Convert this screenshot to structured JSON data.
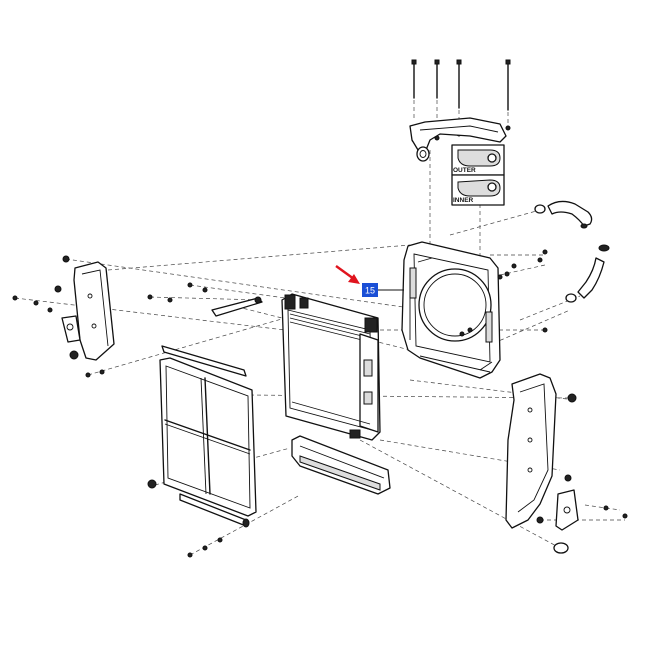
{
  "callout": {
    "number": "15",
    "color": "#1a4fd6",
    "arrow_color": "#e0141e"
  },
  "inset": {
    "outer_label": "OUTER",
    "inner_label": "INNER"
  }
}
